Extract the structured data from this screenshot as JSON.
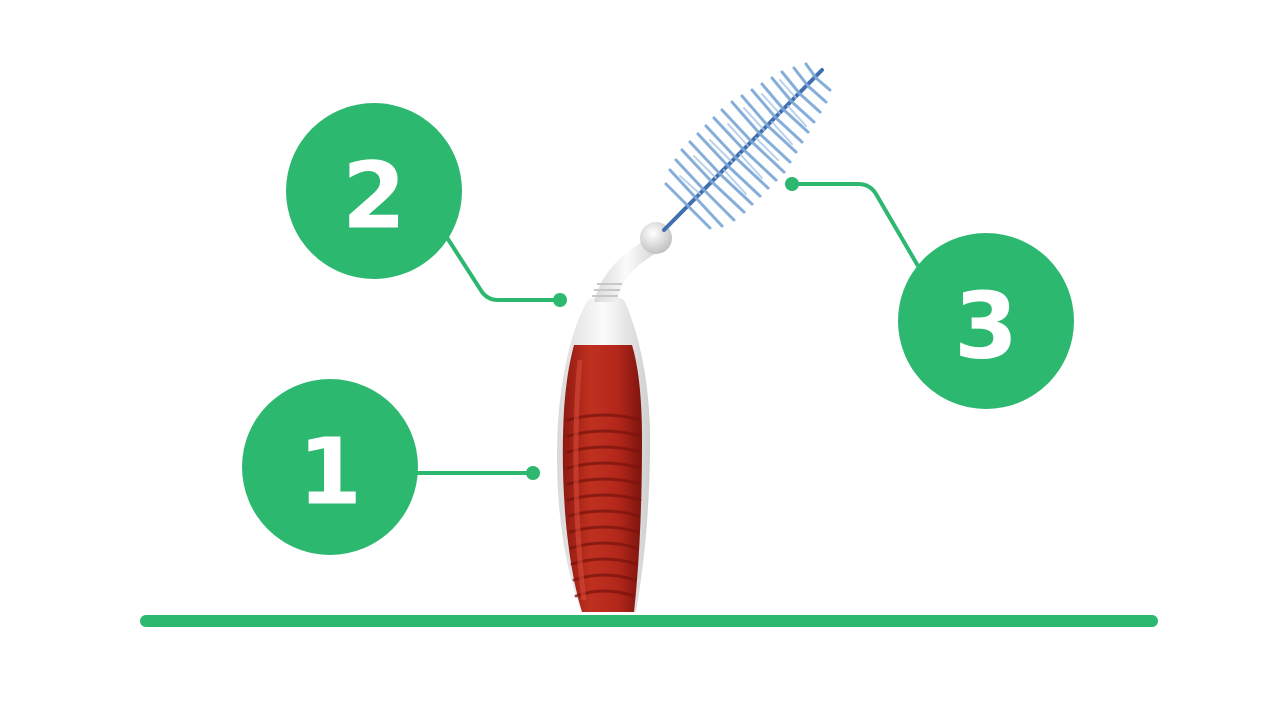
{
  "colors": {
    "accent_green": "#2db870",
    "handle_red": "#b3271c",
    "handle_red_dark": "#8e1a12",
    "handle_white": "#f4f4f4",
    "bristle_blue": "#7aa6d6",
    "wire_blue": "#3f6fae",
    "background": "#ffffff"
  },
  "diagram": {
    "subject": "interdental-brush",
    "callouts": [
      {
        "number": "1",
        "part": "handle"
      },
      {
        "number": "2",
        "part": "angled-neck"
      },
      {
        "number": "3",
        "part": "brush-head"
      }
    ]
  }
}
